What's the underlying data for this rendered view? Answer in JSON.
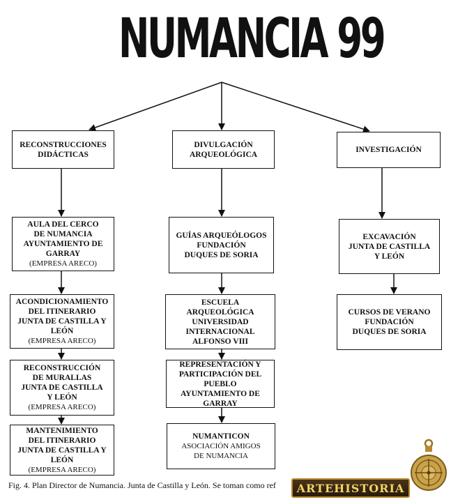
{
  "title": "NUMANCIA 99",
  "branches": [
    {
      "header": {
        "main": "RECONSTRUCCIONES\nDIDÁCTICAS"
      },
      "items": [
        {
          "main": "AULA DEL CERCO\nDE NUMANCIA\nAYUNTAMIENTO DE\nGARRAY",
          "sub": "(EMPRESA ARECO)"
        },
        {
          "main": "ACONDICIONAMIENTO\nDEL ITINERARIO\nJUNTA DE CASTILLA Y\nLEÓN",
          "sub": "(EMPRESA ARECO)"
        },
        {
          "main": "RECONSTRUCCIÓN\nDE MURALLAS\nJUNTA DE CASTILLA\nY LEÓN",
          "sub": "(EMPRESA ARECO)"
        },
        {
          "main": "MANTENIMIENTO\nDEL ITINERARIO\nJUNTA DE CASTILLA Y\nLEÓN",
          "sub": "(EMPRESA ARECO)"
        }
      ]
    },
    {
      "header": {
        "main": "DIVULGACIÓN\nARQUEOLÓGICA"
      },
      "items": [
        {
          "main": "GUÍAS ARQUEÓLOGOS\nFUNDACIÓN\nDUQUES DE SORIA"
        },
        {
          "main": "ESCUELA ARQUEOLÓGICA\nUNIVERSIDAD\nINTERNACIONAL\nALFONSO VIII"
        },
        {
          "main": "REPRESENTACIÓN Y\nPARTICIPACIÓN DEL\nPUEBLO\nAYUNTAMIENTO DE\nGARRAY"
        },
        {
          "main": "NUMANTICON",
          "sub": "ASOCIACIÓN AMIGOS\nDE NUMANCIA"
        }
      ]
    },
    {
      "header": {
        "main": "INVESTIGACIÓN"
      },
      "items": [
        {
          "main": "EXCAVACIÓN\nJUNTA DE CASTILLA\nY LEÓN"
        },
        {
          "main": "CURSOS DE VERANO\nFUNDACIÓN\nDUQUES DE SORIA"
        }
      ]
    }
  ],
  "caption": "Fig. 4. Plan Director de Numancia. Junta de Castilla y León. Se toman como ref",
  "watermark": "ARTEHISTORIA"
}
